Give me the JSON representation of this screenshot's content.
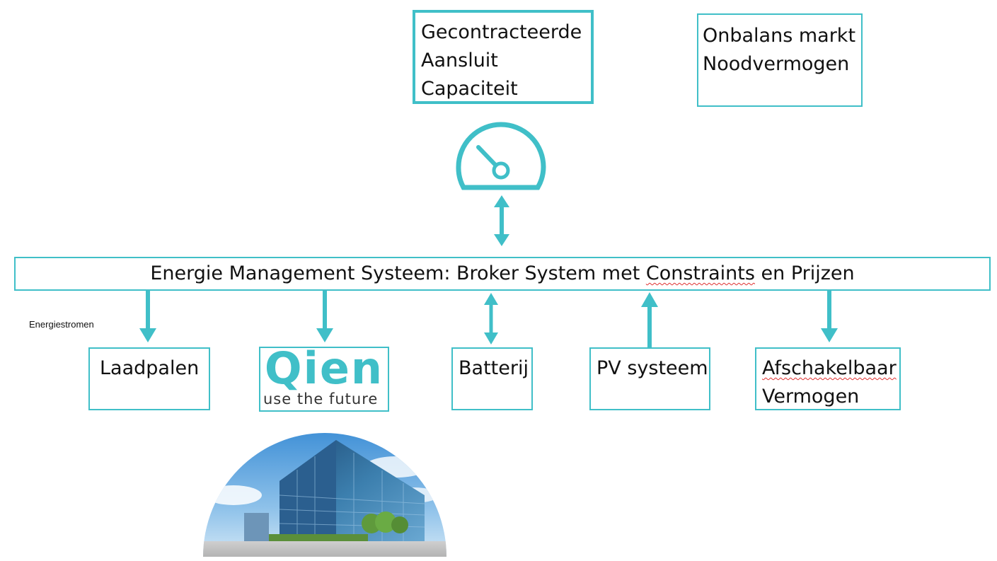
{
  "colors": {
    "accent": "#40bfc8",
    "text": "#111111",
    "spellcheck": "#e03030"
  },
  "top_boxes": {
    "contracted": [
      "Gecontracteerde",
      "Aansluit",
      "Capaciteit"
    ],
    "imbalance": [
      "Onbalans markt",
      "Noodvermogen"
    ]
  },
  "meter": {
    "icon": "gauge-icon"
  },
  "ems": {
    "label_prefix": "Energie Management Systeem: Broker System met ",
    "label_misspelled": "Constraints",
    "label_suffix": " en Prijzen"
  },
  "flows_label": "Energiestromen",
  "bottom_boxes": {
    "laadpalen": "Laadpalen",
    "qien_logo_text": "Qien",
    "qien_tagline": "use the future",
    "batterij": "Batterij",
    "pv": "PV systeem",
    "afschakelbaar_line1": "Afschakelbaar",
    "afschakelbaar_line2": "Vermogen"
  },
  "connections": [
    {
      "from": "ems",
      "to": "meter",
      "direction": "both"
    },
    {
      "from": "ems",
      "to": "laadpalen",
      "direction": "down"
    },
    {
      "from": "ems",
      "to": "qien",
      "direction": "down"
    },
    {
      "from": "ems",
      "to": "batterij",
      "direction": "both"
    },
    {
      "from": "pv",
      "to": "ems",
      "direction": "up"
    },
    {
      "from": "ems",
      "to": "afschakelbaar",
      "direction": "down"
    }
  ],
  "building_image": {
    "subject": "office-building-photo"
  }
}
